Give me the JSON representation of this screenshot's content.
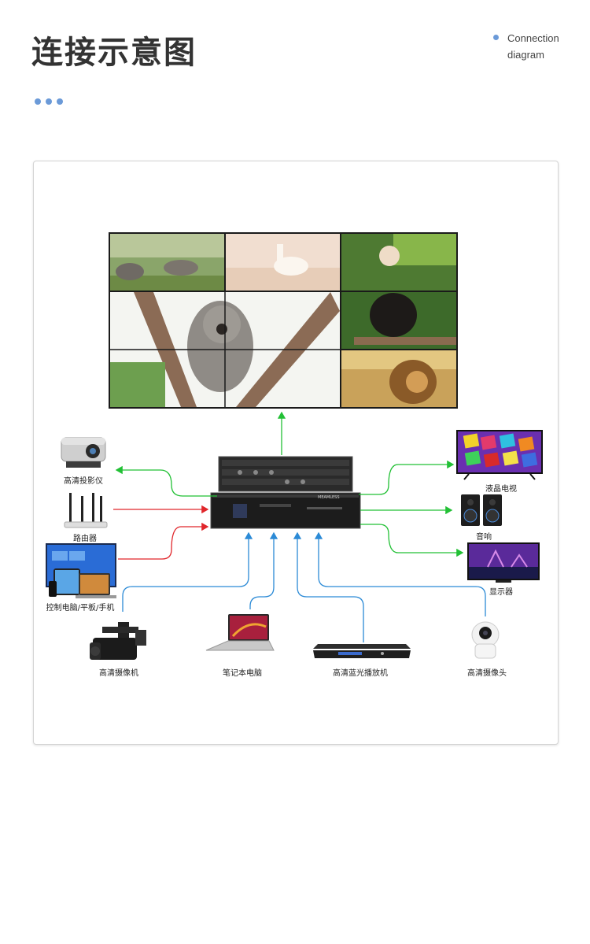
{
  "header": {
    "title": "连接示意图",
    "subtitle_line1": "Connection",
    "subtitle_line2": "diagram"
  },
  "matrix": {
    "brand": "MEAMLESS"
  },
  "devices": {
    "projector": "高清投影仪",
    "router": "路由器",
    "computer": "控制电脑/平板/手机",
    "camcorder": "高清摄像机",
    "laptop": "笔记本电脑",
    "bluray": "高清蓝光播放机",
    "ipcam": "高清摄像头",
    "tv": "液晶电视",
    "speaker": "音响",
    "monitor": "显示器"
  },
  "colors": {
    "output_line": "#22c035",
    "control_line": "#e0262b",
    "input_line": "#2b8ad6",
    "accent": "#6b9ad8"
  },
  "icons": {
    "video_wall": "video-wall-icon",
    "matrix": "matrix-switcher-icon"
  }
}
